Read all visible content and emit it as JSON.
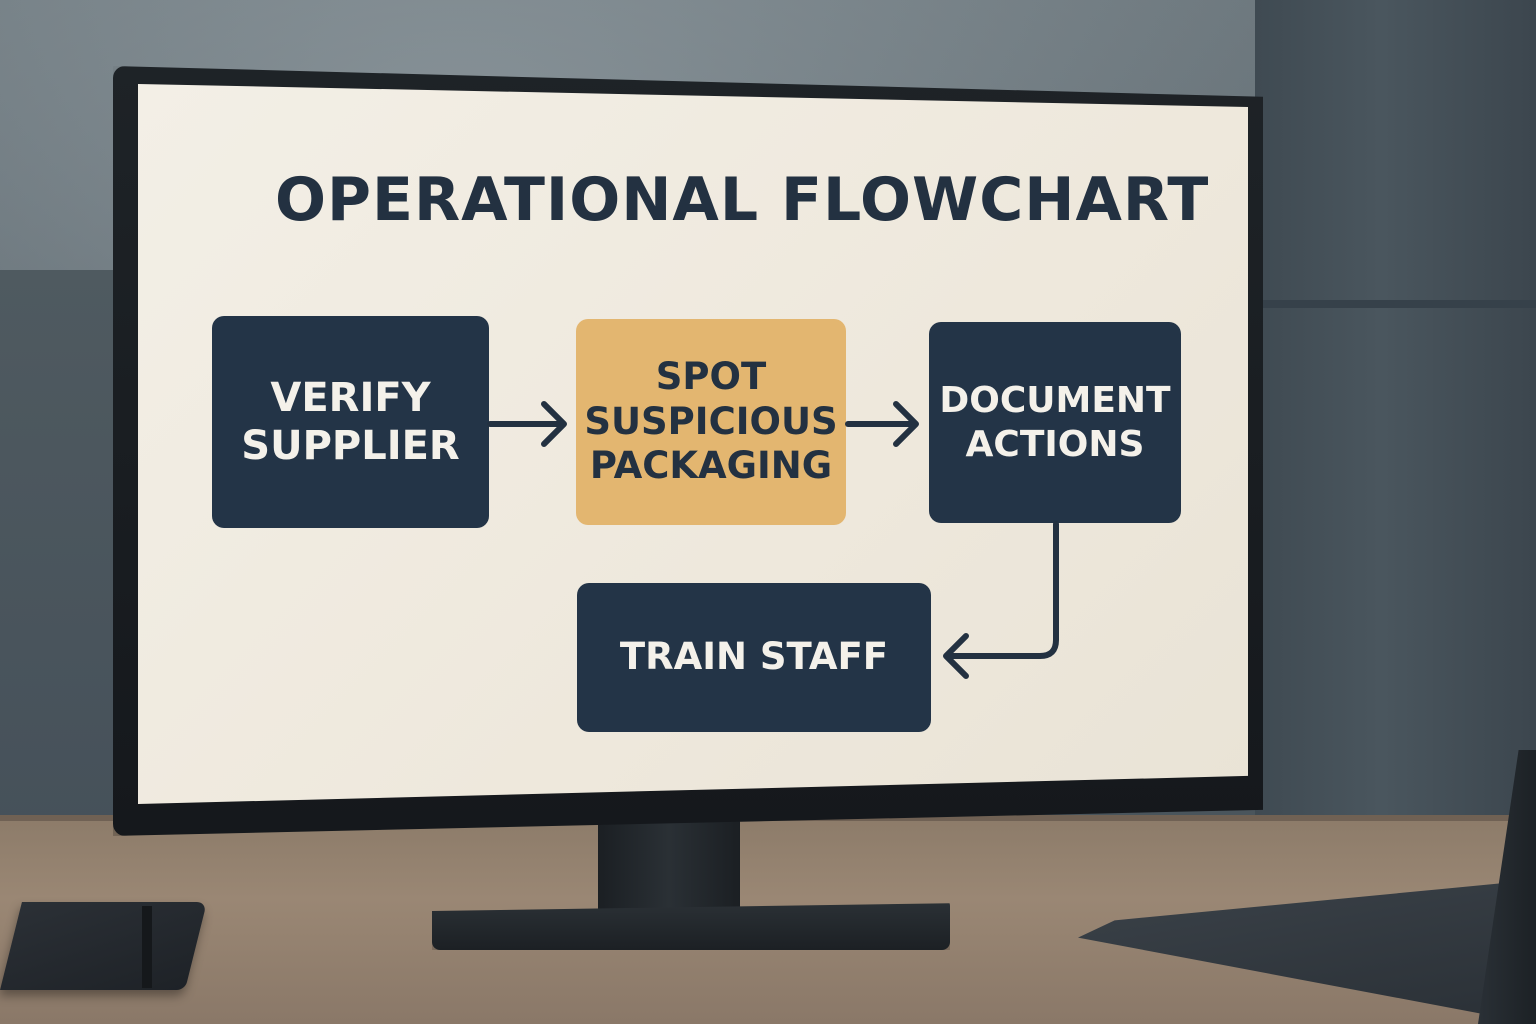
{
  "diagram": {
    "title": "OPERATIONAL FLOWCHART",
    "nodes": [
      {
        "id": "verify",
        "label": "VERIFY\nSUPPLIER",
        "style": "dark"
      },
      {
        "id": "spot",
        "label": "SPOT\nSUSPICIOUS\nPACKAGING",
        "style": "accent"
      },
      {
        "id": "document",
        "label": "DOCUMENT\nACTIONS",
        "style": "dark"
      },
      {
        "id": "train",
        "label": "TRAIN STAFF",
        "style": "dark"
      }
    ],
    "edges": [
      {
        "from": "verify",
        "to": "spot"
      },
      {
        "from": "spot",
        "to": "document"
      },
      {
        "from": "document",
        "to": "train"
      }
    ],
    "colors": {
      "dark_node": "#233447",
      "accent_node": "#e3b670",
      "screen_background": "#f1ece2",
      "connector": "#233141"
    }
  }
}
